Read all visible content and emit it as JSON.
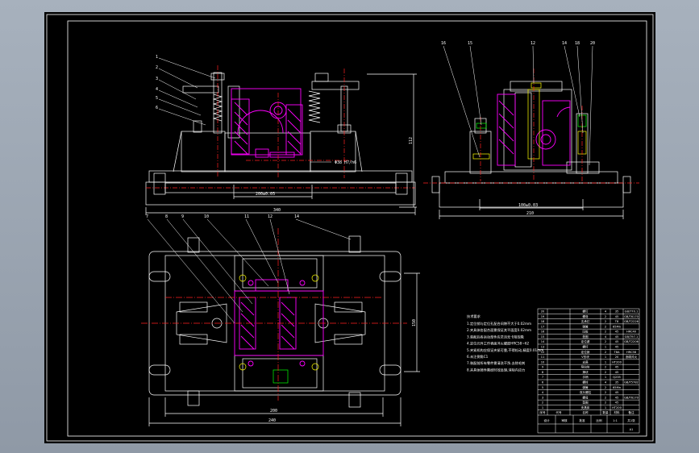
{
  "drawing": {
    "colors": {
      "background": "#000000",
      "frame": "#ffffff",
      "part": "#ffffff",
      "section": "#ff00ff",
      "centerline": "#ff2020",
      "dimension": "#ffffff",
      "highlight_green": "#00ff00",
      "highlight_yellow": "#ffff00"
    },
    "front_view": {
      "balloons": [
        "1",
        "2",
        "3",
        "4",
        "5",
        "6"
      ],
      "dims": {
        "overall_width": "340",
        "inner_width": "200±0.05",
        "height": "112"
      },
      "annotation": "Φ38 H7/h6"
    },
    "side_view": {
      "balloons": [
        "16",
        "15",
        "12",
        "14",
        "18",
        "20"
      ],
      "dims": {
        "overall_width": "210",
        "inner_width": "100±0.03"
      }
    },
    "top_view": {
      "balloons": [
        "7",
        "8",
        "9",
        "10",
        "11",
        "12",
        "14"
      ],
      "dims": {
        "height": "150",
        "inner_width": "200",
        "overall_width": "240"
      }
    },
    "notes": {
      "title": "技术要求",
      "lines": [
        "1.定位销与定位孔配合间隙不大于0.02mm",
        "2.夹具体各配合面需保证其平面度0.02mm",
        "3.装配后各运动部件应灵活无卡阻现象",
        "4.定位元件工作表面淬火硬度HRC58~62",
        "5.夹紧机构应保证夹紧可靠,不得松动,精度0.01mm",
        "6.未注倒角C1",
        "7.装配前所有零件需清洗干净,去除毛刺",
        "8.夹具体铸件需经时效处理,消除内应力"
      ]
    },
    "title_block": {
      "header": [
        "序号",
        "代号",
        "名称",
        "数量",
        "材料",
        "备注"
      ],
      "rows": [
        [
          "20",
          "",
          "螺钉",
          "4",
          "35",
          "GB/T70.1"
        ],
        [
          "19",
          "",
          "螺母",
          "2",
          "45",
          "GB/T6170"
        ],
        [
          "18",
          "",
          "支承钉",
          "2",
          "T8",
          "GB/T2226"
        ],
        [
          "17",
          "",
          "弹簧",
          "2",
          "65Mn",
          ""
        ],
        [
          "16",
          "",
          "压板",
          "2",
          "45",
          "HRC40"
        ],
        [
          "15",
          "",
          "垫圈",
          "4",
          "45",
          "GB/T97.1"
        ],
        [
          "14",
          "",
          "定位键",
          "2",
          "45",
          "GB/T2206"
        ],
        [
          "13",
          "",
          "螺杆",
          "1",
          "45",
          ""
        ],
        [
          "12",
          "",
          "定位销",
          "2",
          "T8A",
          "HRC58"
        ],
        [
          "11",
          "",
          "V形块",
          "1",
          "20",
          "渗碳淬火"
        ],
        [
          "10",
          "",
          "支座",
          "1",
          "HT200",
          ""
        ],
        [
          "9",
          "",
          "导向块",
          "2",
          "45",
          ""
        ],
        [
          "8",
          "",
          "滑块",
          "2",
          "45",
          ""
        ],
        [
          "7",
          "",
          "手柄",
          "1",
          "Q235",
          ""
        ],
        [
          "6",
          "",
          "螺栓",
          "4",
          "35",
          "GB/T5782"
        ],
        [
          "5",
          "",
          "弹簧",
          "2",
          "65Mn",
          ""
        ],
        [
          "4",
          "",
          "双头螺柱",
          "2",
          "45",
          ""
        ],
        [
          "3",
          "",
          "螺母",
          "2",
          "45",
          "GB/T6170"
        ],
        [
          "2",
          "",
          "垫圈",
          "2",
          "45",
          ""
        ],
        [
          "1",
          "",
          "夹具体",
          "1",
          "HT200",
          ""
        ]
      ],
      "footer": [
        "设计",
        "审核",
        "批准",
        "比例",
        "1:1",
        "共1张"
      ],
      "sheet": "A1"
    }
  }
}
